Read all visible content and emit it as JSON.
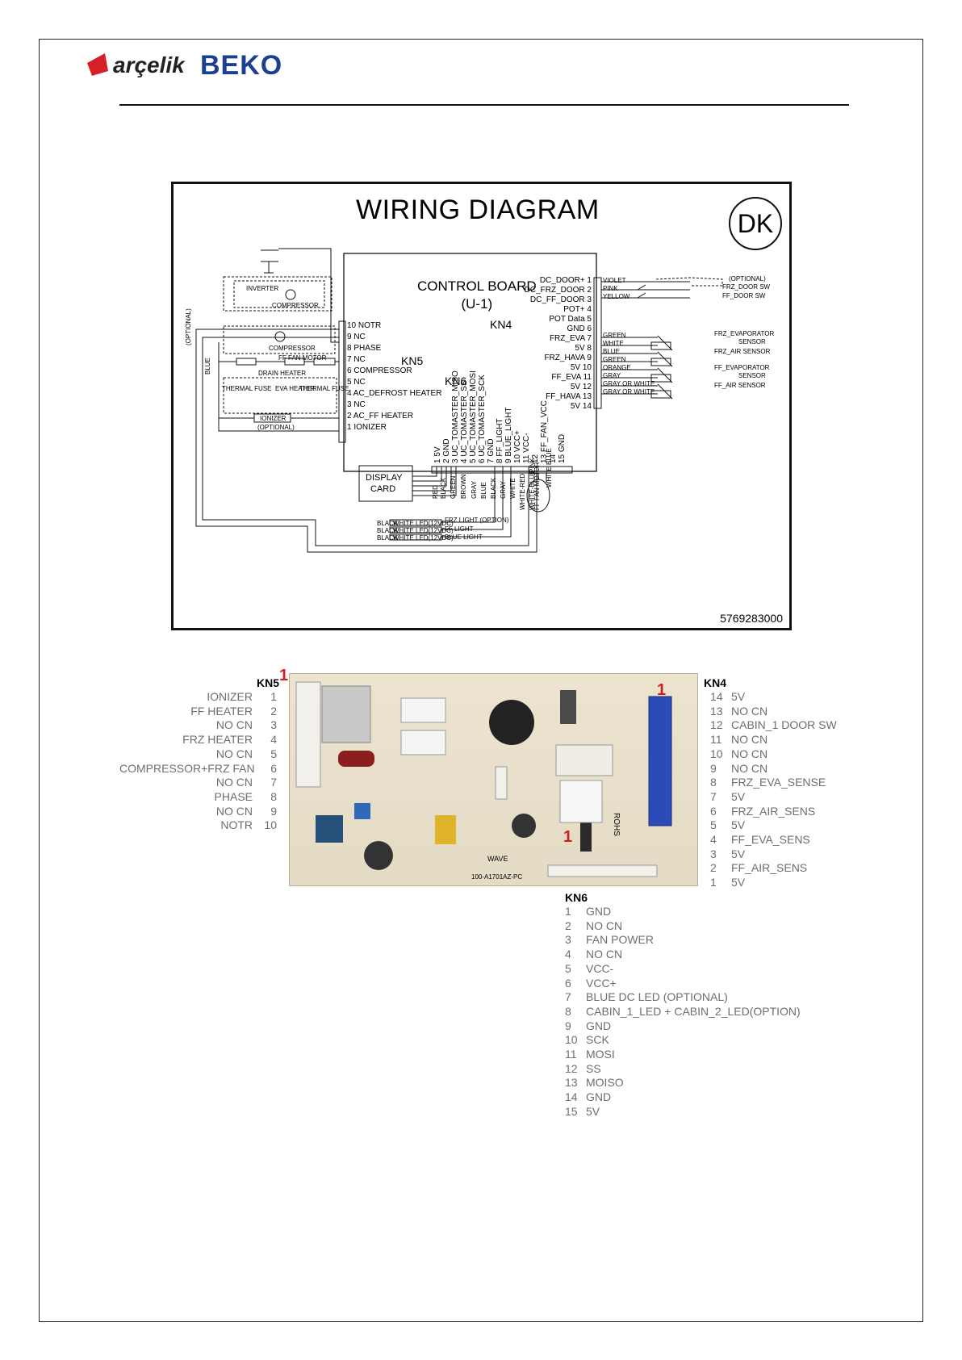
{
  "header": {
    "brand_arcelik": "arçelik",
    "brand_beko": "BEKO",
    "colors": {
      "arcelik_red": "#d62027",
      "beko_blue": "#1c3f94"
    }
  },
  "diagram": {
    "title": "WIRING DIAGRAM",
    "badge": "DK",
    "part_number": "5769283000",
    "control_board": {
      "line1": "CONTROL BOARD",
      "line2": "(U-1)"
    },
    "connector_labels": {
      "kn4": "KN4",
      "kn5": "KN5",
      "kn6": "KN6"
    },
    "kn5_pins": [
      "10 NOTR",
      "9  NC",
      "8  PHASE",
      "7  NC",
      "6  COMPRESSOR",
      "5  NC",
      "4  AC_DEFROST HEATER",
      "3  NC",
      "2  AC_FF HEATER",
      "1  IONIZER"
    ],
    "kn4_pins": [
      "DC_DOOR+  1",
      "DC_FRZ_DOOR  2",
      "DC_FF_DOOR  3",
      "POT+  4",
      "POT Data  5",
      "GND  6",
      "FRZ_EVA  7",
      "5V  8",
      "FRZ_HAVA  9",
      "5V 10",
      "FF_EVA 11",
      "5V 12",
      "FF_HAVA 13",
      "5V 14"
    ],
    "kn4_wires": [
      "VIOLET",
      "PINK",
      "YELLOW",
      "GREEN",
      "WHITE",
      "BLUE",
      "GREEN",
      "ORANGE",
      "GRAY",
      "GRAY OR WHITE",
      "GRAY OR WHITE"
    ],
    "kn4_devices": [
      "(OPTIONAL)",
      "FRZ_DOOR SW",
      "FF_DOOR SW",
      "FRZ_EVAPORATOR",
      "SENSOR",
      "FRZ_AIR SENSOR",
      "FF_EVAPORATOR",
      "SENSOR",
      "FF_AIR SENSOR"
    ],
    "kn6_pins": [
      "1 5V",
      "2 GND",
      "3 UC_TOMASTER_MISO",
      "4 UC_TOMASTER_SS",
      "5 UC_TOMASTER_MOSI",
      "6 UC_TOMASTER_SCK",
      "7 GND",
      "8 FF_LIGHT",
      "9 BLUE_LIGHT",
      "10 VCC+",
      "11 VCC-",
      "12",
      "13 FF_FAN_VCC",
      "14",
      "15 GND"
    ],
    "kn6_wires": [
      "RED",
      "BLACK",
      "GREEN",
      "BROWN",
      "GRAY",
      "BLUE",
      "BLACK",
      "GRAY",
      "WHITE",
      "WHITE-RED",
      "WHITE-BLUE"
    ],
    "left_labels": {
      "inverter": "INVERTER",
      "compressor_a": "COMPRESSOR",
      "compressor_b": "COMPRESSOR",
      "optional_side": "(OPTIONAL)",
      "blue": "BLUE",
      "drain_heater": "DRAIN HEATER",
      "eva_heater": "EVA HEATER",
      "thermal_fuse_a": "THERMAL FUSE",
      "thermal_fuse_b": "THERMAL FUSE",
      "ff_fan_motor": "FF FAN MOTOR",
      "ionizer": "IONIZER",
      "ionizer_opt": "(OPTIONAL)"
    },
    "display_card": {
      "line1": "DISPLAY",
      "line2": "CARD"
    },
    "leds": [
      {
        "left": "BLACK",
        "mid": "WHITE LED(12VDC)",
        "right": "FRZ LIGHT (OPTION)"
      },
      {
        "left": "BLACK",
        "mid": "WHITE LED(12VDC)",
        "right": "FF LIGHT"
      },
      {
        "left": "BLACK",
        "mid": "WHITE LED(12VDC)",
        "right": "BLUE LIGHT"
      }
    ],
    "fan_label": "FF FAN MOTOR",
    "fan_wires": [
      "PINK",
      "WHITE BLUE"
    ]
  },
  "photo_labels": {
    "pin1_marks": [
      "1",
      "1",
      "1"
    ],
    "board_text": {
      "wave": "WAVE",
      "rohs": "ROHS",
      "model": "100-A1701AZ-PC"
    }
  },
  "kn5_table": {
    "title": "KN5",
    "rows": [
      {
        "name": "IONIZER",
        "pin": "1"
      },
      {
        "name": "FF HEATER",
        "pin": "2"
      },
      {
        "name": "NO CN",
        "pin": "3"
      },
      {
        "name": "FRZ HEATER",
        "pin": "4"
      },
      {
        "name": "NO CN",
        "pin": "5"
      },
      {
        "name": "COMPRESSOR+FRZ FAN",
        "pin": "6"
      },
      {
        "name": "NO CN",
        "pin": "7"
      },
      {
        "name": "PHASE",
        "pin": "8"
      },
      {
        "name": "NO CN",
        "pin": "9"
      },
      {
        "name": "NOTR",
        "pin": "10"
      }
    ]
  },
  "kn4_table": {
    "title": "KN4",
    "rows": [
      {
        "pin": "14",
        "name": "5V"
      },
      {
        "pin": "13",
        "name": "NO CN"
      },
      {
        "pin": "12",
        "name": "CABIN_1 DOOR SW"
      },
      {
        "pin": "11",
        "name": "NO CN"
      },
      {
        "pin": "10",
        "name": "NO CN"
      },
      {
        "pin": "9",
        "name": "NO CN"
      },
      {
        "pin": "8",
        "name": "FRZ_EVA_SENSE"
      },
      {
        "pin": "7",
        "name": "5V"
      },
      {
        "pin": "6",
        "name": "FRZ_AIR_SENS"
      },
      {
        "pin": "5",
        "name": "5V"
      },
      {
        "pin": "4",
        "name": "FF_EVA_SENS"
      },
      {
        "pin": "3",
        "name": "5V"
      },
      {
        "pin": "2",
        "name": "FF_AIR_SENS"
      },
      {
        "pin": "1",
        "name": "5V"
      }
    ]
  },
  "kn6_table": {
    "title": "KN6",
    "rows": [
      {
        "pin": "1",
        "name": "GND"
      },
      {
        "pin": "2",
        "name": "NO CN"
      },
      {
        "pin": "3",
        "name": "FAN POWER"
      },
      {
        "pin": "4",
        "name": "NO CN"
      },
      {
        "pin": "5",
        "name": "VCC-"
      },
      {
        "pin": "6",
        "name": "VCC+"
      },
      {
        "pin": "7",
        "name": "BLUE DC LED (OPTIONAL)"
      },
      {
        "pin": "8",
        "name": "CABIN_1_LED + CABIN_2_LED(OPTION)"
      },
      {
        "pin": "9",
        "name": "GND"
      },
      {
        "pin": "10",
        "name": "SCK"
      },
      {
        "pin": "11",
        "name": "MOSI"
      },
      {
        "pin": "12",
        "name": "SS"
      },
      {
        "pin": "13",
        "name": "MOISO"
      },
      {
        "pin": "14",
        "name": "GND"
      },
      {
        "pin": "15",
        "name": "5V"
      }
    ]
  }
}
